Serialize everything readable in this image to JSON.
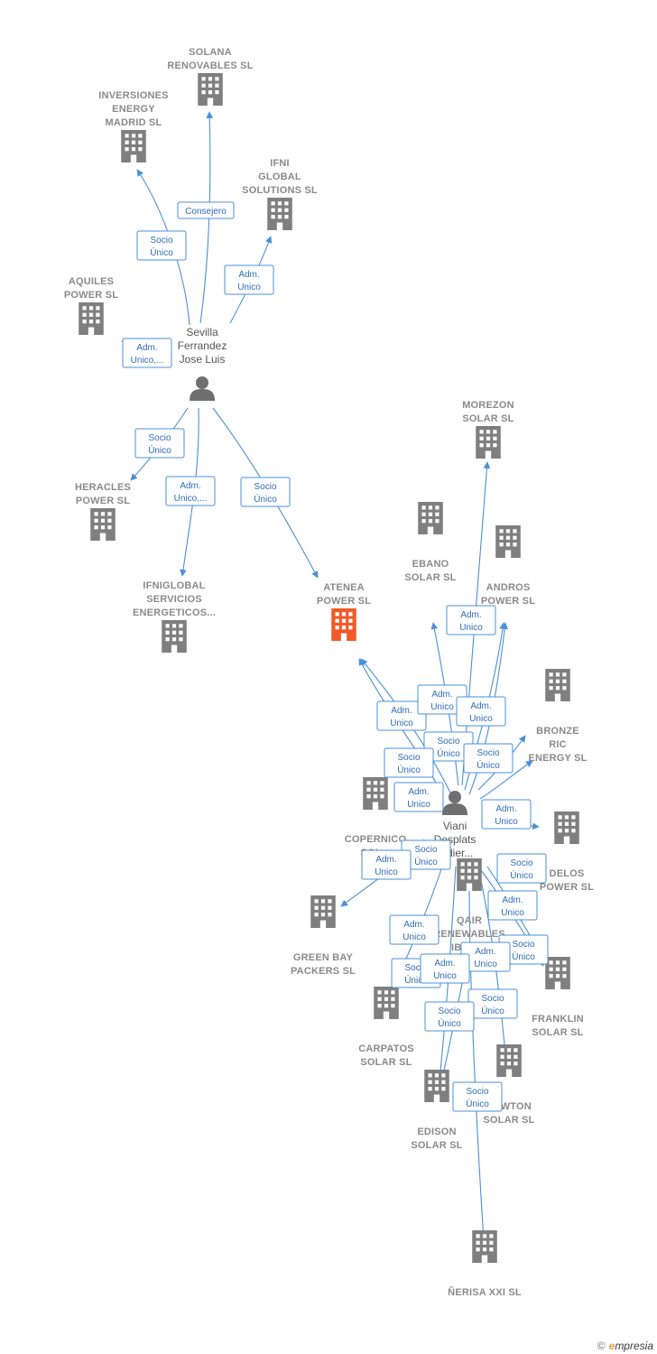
{
  "colors": {
    "edge": "#4a90d9",
    "building": "#7f7f7f",
    "main_building": "#f05a28",
    "person": "#6f6f6f"
  },
  "companies": [
    {
      "id": "solana",
      "lines": [
        "SOLANA",
        "RENOVABLES SL"
      ],
      "icon": "building-icon"
    },
    {
      "id": "inversiones",
      "lines": [
        "INVERSIONES",
        "ENERGY",
        "MADRID SL"
      ],
      "icon": "building-icon"
    },
    {
      "id": "ifni",
      "lines": [
        "IFNI",
        "GLOBAL",
        "SOLUTIONS SL"
      ],
      "icon": "building-icon"
    },
    {
      "id": "aquiles",
      "lines": [
        "AQUILES",
        "POWER SL"
      ],
      "icon": "building-icon"
    },
    {
      "id": "heracles",
      "lines": [
        "HERACLES",
        "POWER SL"
      ],
      "icon": "building-icon"
    },
    {
      "id": "ifniglobal",
      "lines": [
        "IFNIGLOBAL",
        "SERVICIOS",
        "ENERGETICOS..."
      ],
      "icon": "building-icon"
    },
    {
      "id": "atenea",
      "lines": [
        "ATENEA",
        "POWER SL"
      ],
      "icon": "building-icon",
      "main": true
    },
    {
      "id": "morezon",
      "lines": [
        "MOREZON",
        "SOLAR SL"
      ],
      "icon": "building-icon"
    },
    {
      "id": "ebano",
      "lines": [
        "EBANO",
        "SOLAR SL"
      ],
      "icon": "building-icon"
    },
    {
      "id": "andros",
      "lines": [
        "ANDROS",
        "POWER SL"
      ],
      "icon": "building-icon"
    },
    {
      "id": "bronze",
      "lines": [
        "BRONZE",
        "RIC",
        "ENERGY SL"
      ],
      "icon": "building-icon"
    },
    {
      "id": "copernico",
      "lines": [
        "COPERNICO",
        "SOL..."
      ],
      "icon": "building-icon"
    },
    {
      "id": "delos",
      "lines": [
        "DELOS",
        "POWER SL"
      ],
      "icon": "building-icon"
    },
    {
      "id": "qair",
      "lines": [
        "QAIR",
        "RENEWABLES",
        "IBERI..."
      ],
      "icon": "building-icon"
    },
    {
      "id": "greenbay",
      "lines": [
        "GREEN BAY",
        "PACKERS SL"
      ],
      "icon": "building-icon"
    },
    {
      "id": "franklin",
      "lines": [
        "FRANKLIN",
        "SOLAR SL"
      ],
      "icon": "building-icon"
    },
    {
      "id": "carpatos",
      "lines": [
        "CARPATOS",
        "SOLAR SL"
      ],
      "icon": "building-icon"
    },
    {
      "id": "newton",
      "lines": [
        "NEWTON",
        "SOLAR SL"
      ],
      "icon": "building-icon"
    },
    {
      "id": "edison",
      "lines": [
        "EDISON",
        "SOLAR SL"
      ],
      "icon": "building-icon"
    },
    {
      "id": "nerisa",
      "lines": [
        "ÑERISA XXI SL"
      ],
      "icon": "building-icon"
    }
  ],
  "people": [
    {
      "id": "sevilla",
      "lines": [
        "Sevilla",
        "Ferrandez",
        "Jose Luis"
      ],
      "icon": "person-icon"
    },
    {
      "id": "viani",
      "lines": [
        "Viani",
        "Desplats",
        "Didier..."
      ],
      "icon": "person-icon"
    }
  ],
  "relations": [
    {
      "id": "r1",
      "lines": [
        "Consejero"
      ]
    },
    {
      "id": "r2",
      "lines": [
        "Socio",
        "Único"
      ]
    },
    {
      "id": "r3",
      "lines": [
        "Adm.",
        "Unico"
      ]
    },
    {
      "id": "r4",
      "lines": [
        "Adm.",
        "Unico,..."
      ]
    },
    {
      "id": "r5",
      "lines": [
        "Socio",
        "Único"
      ]
    },
    {
      "id": "r6",
      "lines": [
        "Adm.",
        "Unico,..."
      ]
    },
    {
      "id": "r7",
      "lines": [
        "Socio",
        "Único"
      ]
    },
    {
      "id": "v1",
      "lines": [
        "Adm.",
        "Unico"
      ]
    },
    {
      "id": "v2",
      "lines": [
        "Adm.",
        "Unico"
      ]
    },
    {
      "id": "v3",
      "lines": [
        "Adm.",
        "Unico"
      ]
    },
    {
      "id": "v4",
      "lines": [
        "Adm.",
        "Unico"
      ]
    },
    {
      "id": "v5",
      "lines": [
        "Socio",
        "Único"
      ]
    },
    {
      "id": "v6",
      "lines": [
        "Socio",
        "Único"
      ]
    },
    {
      "id": "v7",
      "lines": [
        "Socio",
        "Único"
      ]
    },
    {
      "id": "v8",
      "lines": [
        "Adm.",
        "Unico"
      ]
    },
    {
      "id": "v9",
      "lines": [
        "Adm.",
        "Unico"
      ]
    },
    {
      "id": "v10",
      "lines": [
        "Socio",
        "Único"
      ]
    },
    {
      "id": "v11",
      "lines": [
        "Adm.",
        "Unico"
      ]
    },
    {
      "id": "v12",
      "lines": [
        "Socio",
        "Único"
      ]
    },
    {
      "id": "v13",
      "lines": [
        "Adm.",
        "Unico"
      ]
    },
    {
      "id": "v14",
      "lines": [
        "Adm.",
        "Unico"
      ]
    },
    {
      "id": "v15",
      "lines": [
        "Socio",
        "Único"
      ]
    },
    {
      "id": "v16",
      "lines": [
        "Adm.",
        "Unico"
      ]
    },
    {
      "id": "v17",
      "lines": [
        "Socio",
        "Único"
      ]
    },
    {
      "id": "v18",
      "lines": [
        "Socio",
        "Único"
      ]
    },
    {
      "id": "v19",
      "lines": [
        "Socio",
        "Único"
      ]
    },
    {
      "id": "v20",
      "lines": [
        "Adm.",
        "Unico"
      ]
    },
    {
      "id": "v21",
      "lines": [
        "Socio",
        "Único"
      ]
    }
  ],
  "footer": {
    "copyright": "©",
    "brand_e": "e",
    "brand_rest": "mpresia"
  }
}
